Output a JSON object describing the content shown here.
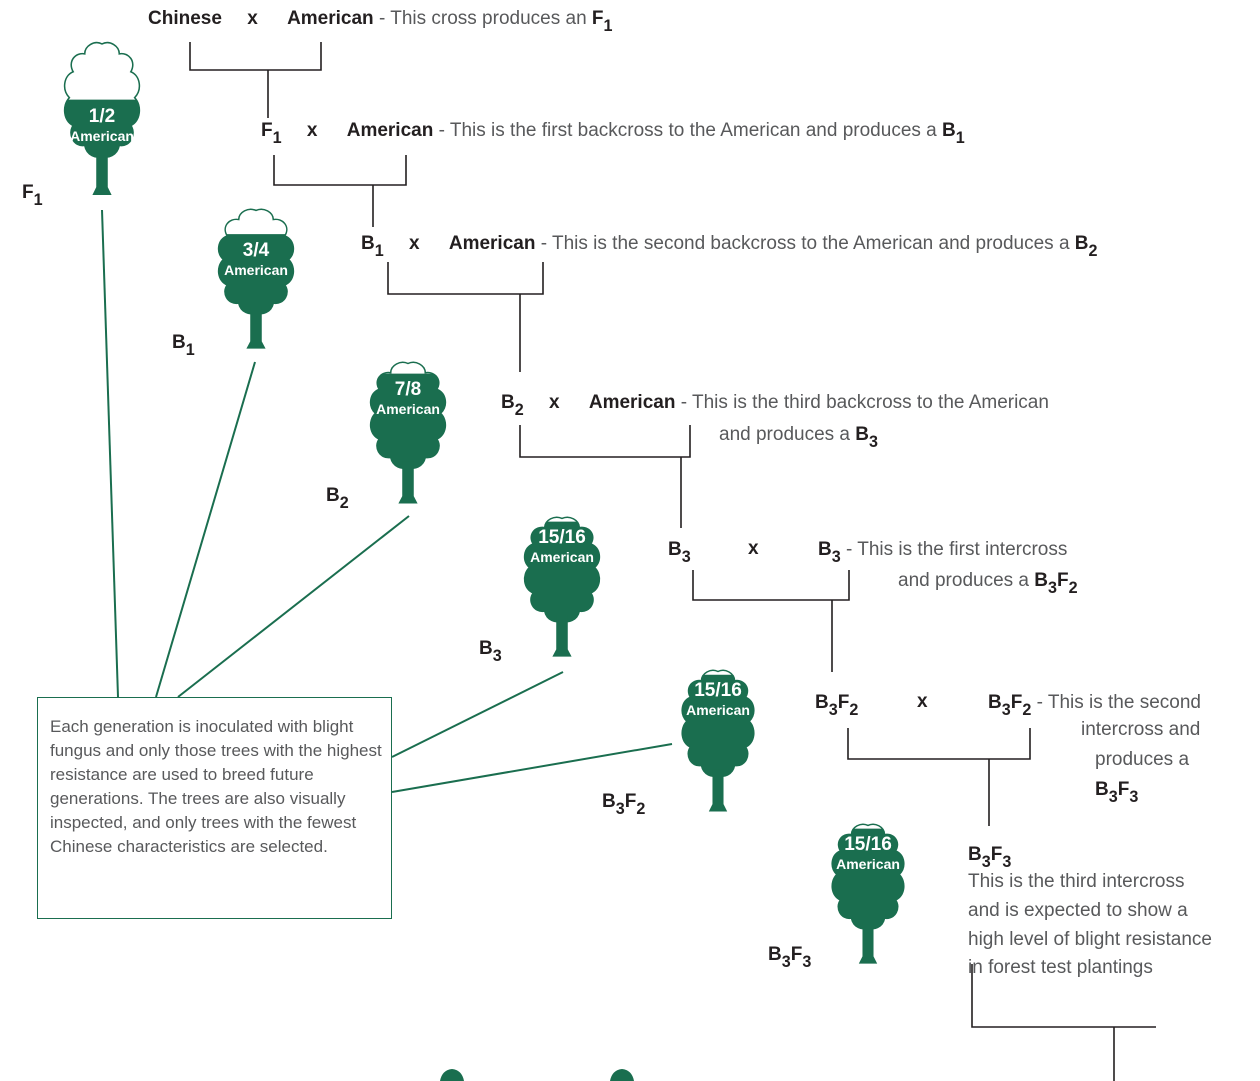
{
  "colors": {
    "tree_green": "#1a6e4f",
    "line_green": "#1a6e4f",
    "text_gray": "#58595b",
    "text_dark": "#231f20"
  },
  "crosses": [
    {
      "id": "c1",
      "parent_a": "Chinese",
      "x": "x",
      "parent_b": "American",
      "desc": "- This cross produces an",
      "result_main": "F",
      "result_sub": "1"
    },
    {
      "id": "c2",
      "parent_a_main": "F",
      "parent_a_sub": "1",
      "x": "x",
      "parent_b": "American",
      "desc": "- This is the first backcross to the American and produces a",
      "result_main": "B",
      "result_sub": "1"
    },
    {
      "id": "c3",
      "parent_a_main": "B",
      "parent_a_sub": "1",
      "x": "x",
      "parent_b": "American",
      "desc": "- This is the second backcross to the American and produces a",
      "result_main": "B",
      "result_sub": "2"
    },
    {
      "id": "c4",
      "parent_a_main": "B",
      "parent_a_sub": "2",
      "x": "x",
      "parent_b": "American",
      "desc_line1": "- This is the third backcross to the American",
      "desc_line2": "and produces a",
      "result_main": "B",
      "result_sub": "3"
    },
    {
      "id": "c5",
      "parent_a_main": "B",
      "parent_a_sub": "3",
      "x": "x",
      "parent_b_main": "B",
      "parent_b_sub": "3",
      "desc_line1": "- This is the first intercross",
      "desc_line2": "and produces a",
      "result": "B3F2"
    },
    {
      "id": "c6",
      "parent_a": "B3F2",
      "x": "x",
      "parent_b": "B3F2",
      "desc_line1": "- This is the second",
      "desc_line2": "intercross and",
      "desc_line3": "produces a",
      "result": "B3F3"
    }
  ],
  "final": {
    "label": "B3F3",
    "desc_line1": "This is the third intercross",
    "desc_line2": "and is expected to show a",
    "desc_line3": "high level of blight resistance",
    "desc_line4": "in forest test plantings"
  },
  "trees": [
    {
      "fraction": "1/2",
      "heritage": "American",
      "generation": "F1",
      "fill_level": 0.5
    },
    {
      "fraction": "3/4",
      "heritage": "American",
      "generation": "B1",
      "fill_level": 0.75
    },
    {
      "fraction": "7/8",
      "heritage": "American",
      "generation": "B2",
      "fill_level": 0.875
    },
    {
      "fraction": "15/16",
      "heritage": "American",
      "generation": "B3",
      "fill_level": 0.9375
    },
    {
      "fraction": "15/16",
      "heritage": "American",
      "generation": "B3F2",
      "fill_level": 0.9375
    },
    {
      "fraction": "15/16",
      "heritage": "American",
      "generation": "B3F3",
      "fill_level": 0.9375
    }
  ],
  "note": "Each generation is inoculated with blight fungus and only those trees with the highest resistance are used to breed future generations. The trees are also visually inspected, and only trees with the fewest Chinese characteristics are selected."
}
